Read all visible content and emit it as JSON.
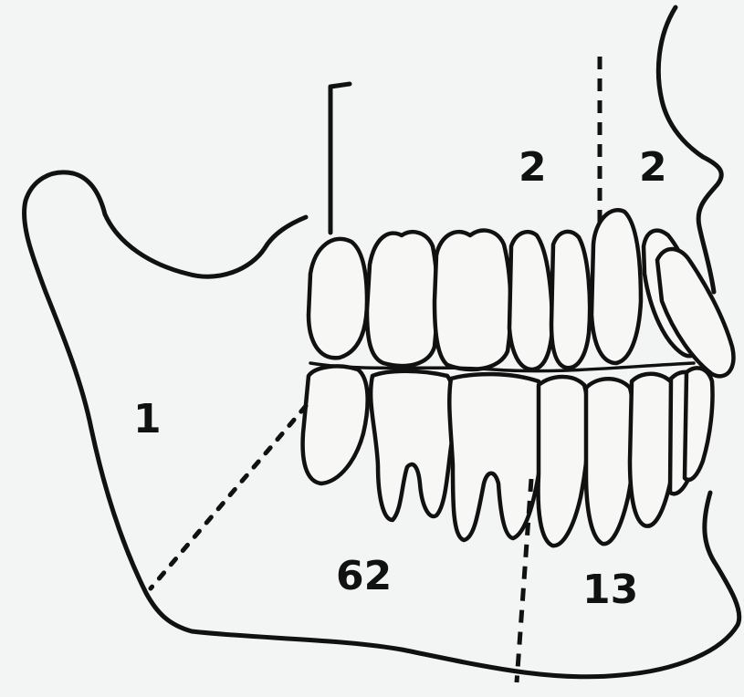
{
  "labels": {
    "ramus": "1",
    "molar_region": "62",
    "anterior_region": "13",
    "upper_left": "2",
    "upper_right": "2"
  }
}
